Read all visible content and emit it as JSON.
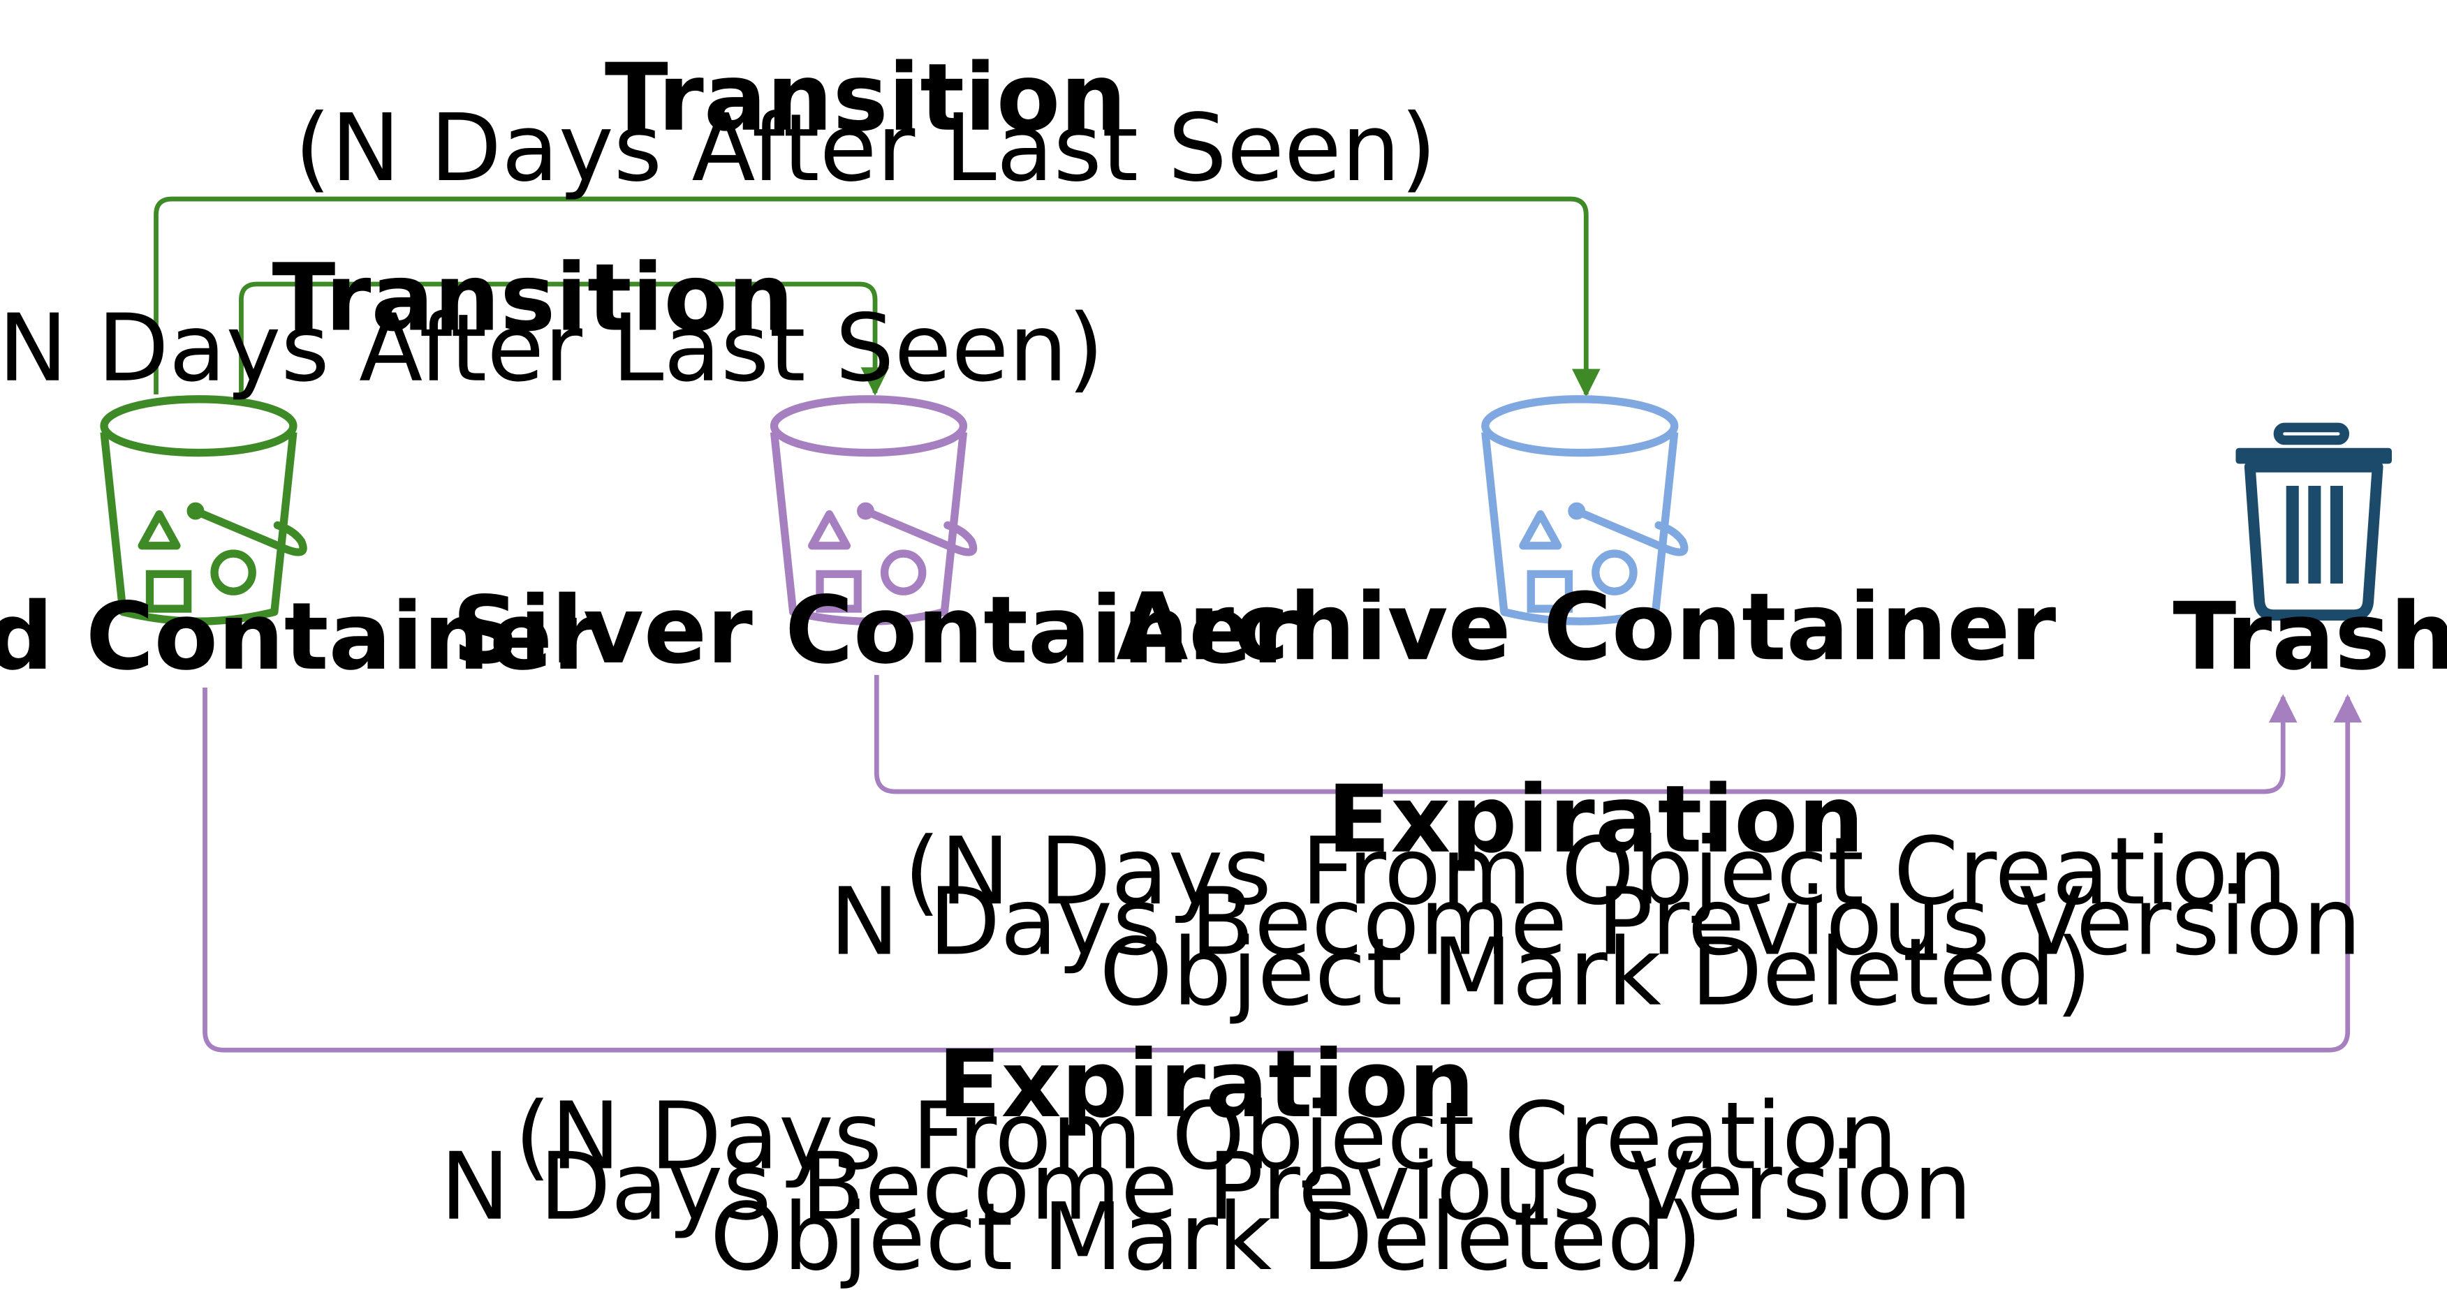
{
  "colors": {
    "gold": "#3e8a26",
    "silver": "#a57fbf",
    "archive": "#7fa7e0",
    "trash": "#1b4a6b",
    "expiration_line": "#a57fbf",
    "transition_line": "#3e8a26"
  },
  "nodes": {
    "gold": {
      "label": "Gold Container",
      "icon": "bucket-icon"
    },
    "silver": {
      "label": "Silver Container",
      "icon": "bucket-icon"
    },
    "archive": {
      "label": "Archive Container",
      "icon": "bucket-icon"
    },
    "trash": {
      "label": "Trash",
      "icon": "trash-can-icon"
    }
  },
  "edges": {
    "gold_to_archive": {
      "title": "Transition",
      "detail": "(N Days After Last Seen)"
    },
    "gold_to_silver": {
      "title": "Transition",
      "detail": "(N Days After Last Seen)"
    },
    "silver_to_trash": {
      "title": "Expiration",
      "lines": [
        "(N Days From Object Creation",
        "N Days Become Previous Version",
        "Object Mark Deleted)"
      ]
    },
    "gold_to_trash": {
      "title": "Expiration",
      "lines": [
        "(N Days From Object Creation",
        "N Days Become Previous Version",
        "Object Mark Deleted)"
      ]
    }
  }
}
